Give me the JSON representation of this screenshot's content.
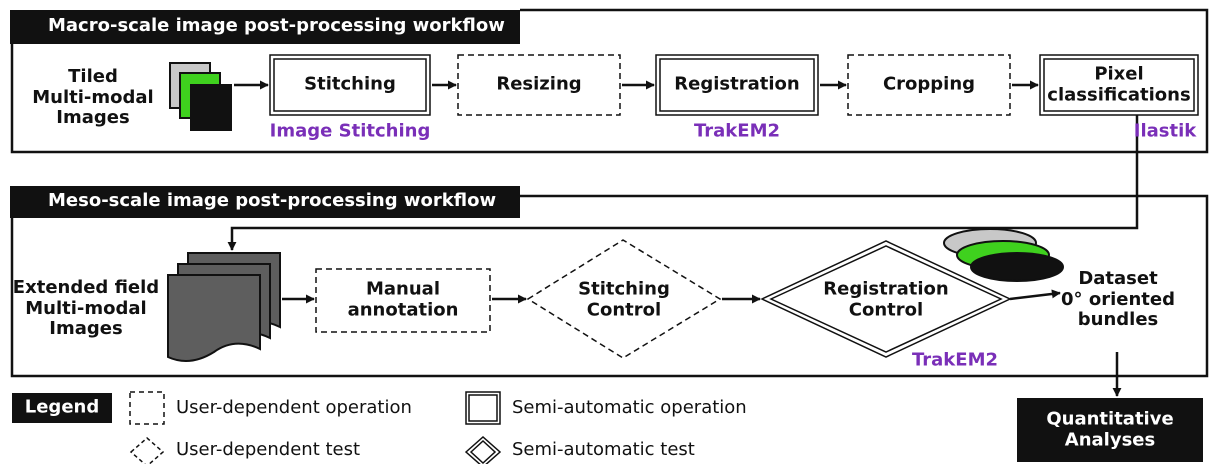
{
  "macro": {
    "header": "Macro-scale image post-processing workflow",
    "input_label": "Tiled\nMulti-modal\nImages",
    "steps": [
      "Stitching",
      "Resizing",
      "Registration",
      "Cropping",
      "Pixel\nclassifications"
    ],
    "tools": {
      "stitching": "Image Stitching",
      "registration": "TrakEM2",
      "pixel": "Ilastik"
    }
  },
  "meso": {
    "header": "Meso-scale image post-processing workflow",
    "input_label": "Extended field\nMulti-modal\nImages",
    "steps": [
      "Manual\nannotation",
      "Stitching\nControl",
      "Registration\nControl"
    ],
    "tool": "TrakEM2",
    "output_label": "Dataset\n0° oriented\nbundles"
  },
  "final_label": "Quantitative\nAnalyses",
  "legend": {
    "title": "Legend",
    "user_op": "User-dependent operation",
    "semi_op": "Semi-automatic operation",
    "user_test": "User-dependent test",
    "semi_test": "Semi-automatic test"
  },
  "colors": {
    "tool_text": "#7a2fb8",
    "green": "#3fd11e",
    "gray": "#c8c8c8",
    "dark": "#111111",
    "doc_gray": "#5e5e5e"
  }
}
